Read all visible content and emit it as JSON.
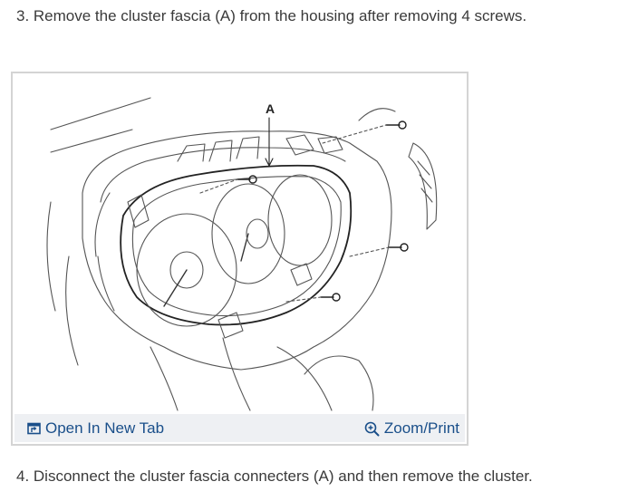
{
  "steps": {
    "step3": "3. Remove the cluster fascia (A) from the housing after removing 4 screws.",
    "step4": "4. Disconnect the cluster fascia connecters (A) and then remove the cluster."
  },
  "figure": {
    "callout_label": "A",
    "open_tab_label": "Open In New Tab",
    "zoom_label": "Zoom/Print",
    "open_tab_icon": "open-new-tab-icon",
    "zoom_icon": "zoom-in-icon",
    "link_color": "#1a4f8a",
    "toolbar_bg": "#eef0f3"
  }
}
